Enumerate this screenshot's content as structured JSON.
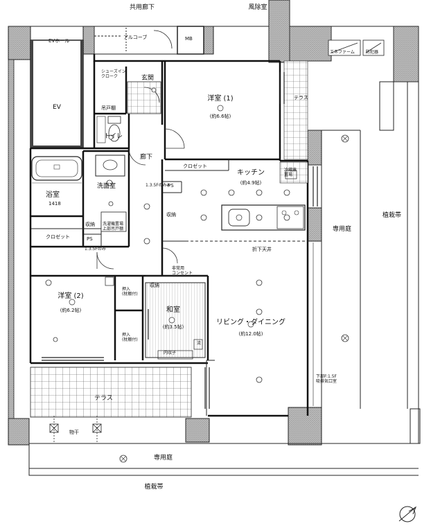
{
  "labels": {
    "common_corridor": "共用廊下",
    "wind_room": "風除室",
    "ev_hall": "EVホール",
    "ev": "EV",
    "alcove": "アルコーブ",
    "mb": "MB",
    "shoes_in_closet": "シューズイン\nクローク",
    "entrance": "玄関",
    "western_room_1": "洋室 (1)",
    "western_room_1_area": "(約6.6帖)",
    "terrace_top": "テラス",
    "toilet": "トイレ",
    "hallway": "廊下",
    "closet_top": "クロゼット",
    "kitchen": "キッチン",
    "kitchen_area": "(約4.9帖)",
    "bathroom": "浴室",
    "bathroom_size": "1418",
    "washroom": "洗面室",
    "storage_1": "収納",
    "storage_2": "収納",
    "storage_3": "収納",
    "closet_left": "クロゼット",
    "ps_1": "PS",
    "ps_2": "PS",
    "western_room_2": "洋室 (2)",
    "western_room_2_area": "(約6.2帖)",
    "oshiire_1": "押入\n(枕棚付)",
    "oshiire_2": "押入\n(枕棚付)",
    "japanese_room": "和室",
    "japanese_room_area": "(約3.5帖)",
    "living_dining": "リビング・ダイニング",
    "living_dining_area": "(約12.0帖)",
    "private_garden_right": "専用庭",
    "planting_right": "植栽帯",
    "terrace_bottom": "テラス",
    "handrail": "物干",
    "private_garden_bottom": "専用庭",
    "planting_bottom": "植栽帯",
    "hanging_ceiling": "折下天井",
    "laundry_cabinet": "洗濯機置場\n上部吊戸棚",
    "toilet_cabinet": "吊戸棚",
    "eco_farm": "エネファーム",
    "security_box": "防犯器",
    "ceiling_height_1": "1.3.5FのみA",
    "ceiling_height_2": "1.3.5Fのみ",
    "floor_note": "下部F:1.5F\n吸排気口室",
    "fridge": "冷蔵庫\n置場",
    "wall_outlet": "非常用\nコンセント",
    "storage_note": "内収子",
    "sink": "流"
  },
  "icons": {
    "north": "north-arrow-icon",
    "light": "ceiling-light-icon"
  }
}
